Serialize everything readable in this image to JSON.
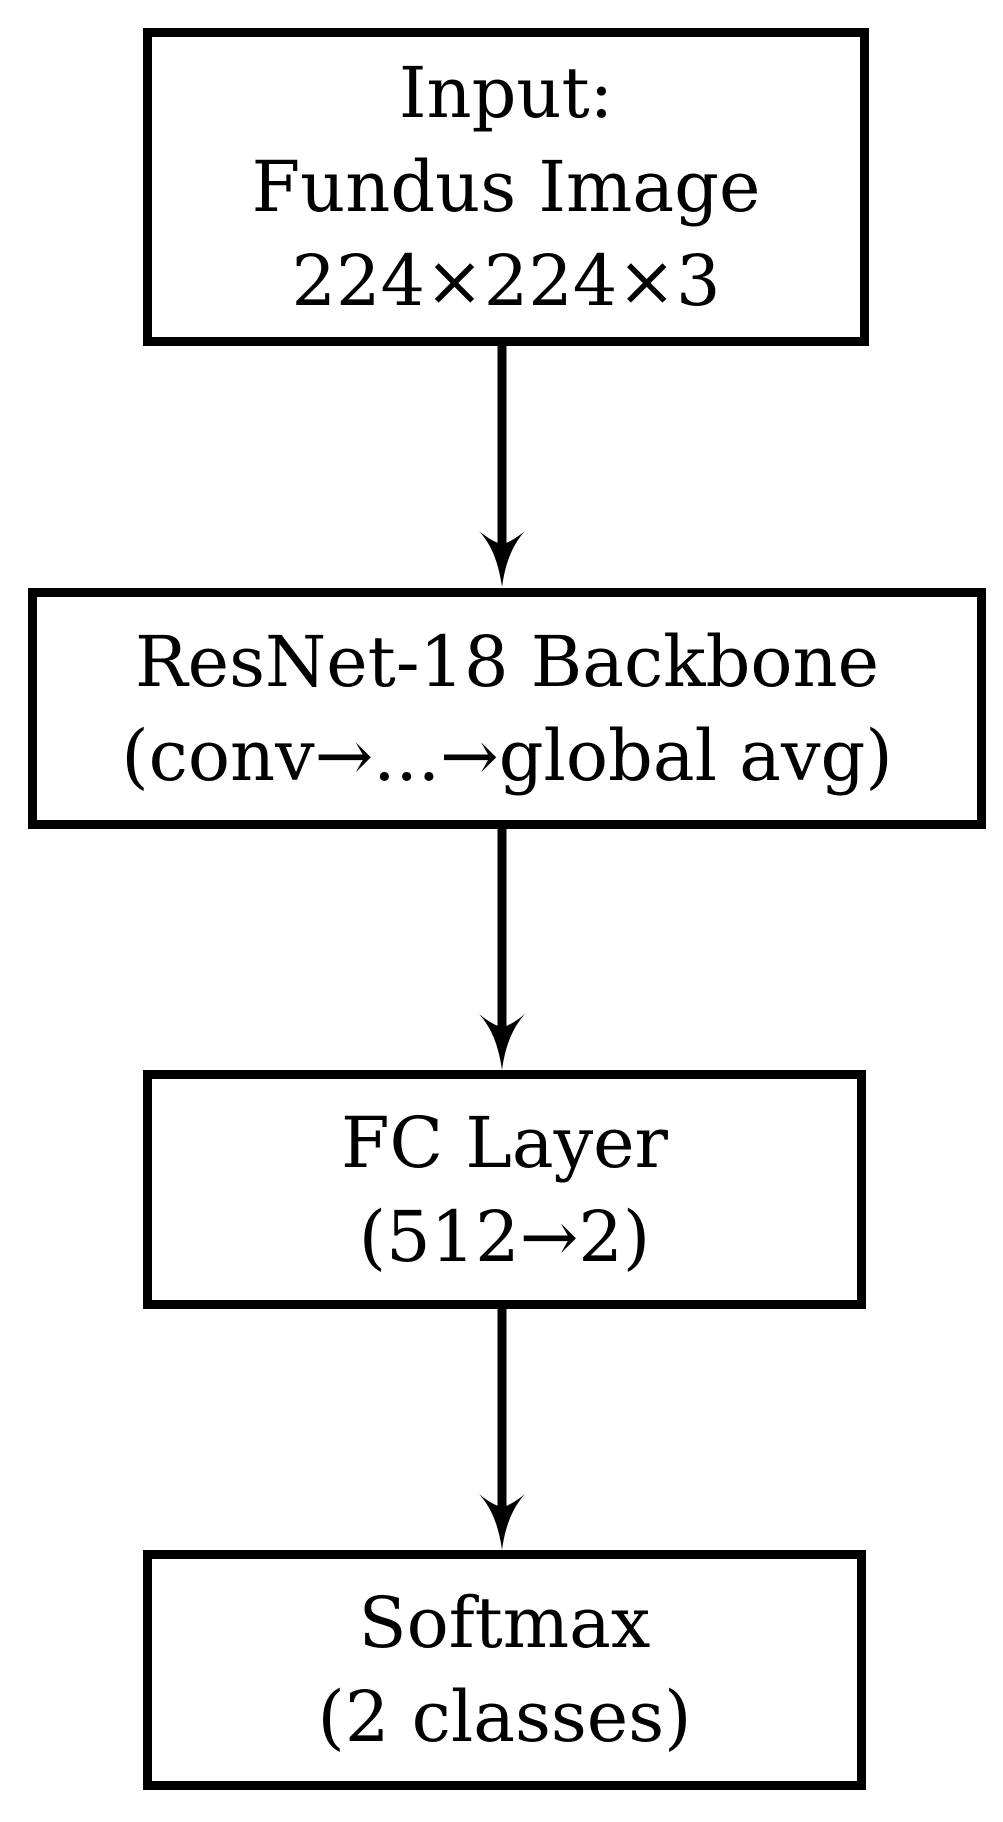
{
  "figure": {
    "type": "flowchart",
    "background_color": "#ffffff",
    "line_color": "#000000",
    "text_color": "#000000",
    "nodes": [
      {
        "id": "input",
        "lines": [
          "Input:",
          "Fundus Image",
          "224×224×3"
        ]
      },
      {
        "id": "backbone",
        "lines": [
          "ResNet-18 Backbone",
          "(conv→...→global avg)"
        ]
      },
      {
        "id": "fc",
        "lines": [
          "FC Layer",
          "(512→2)"
        ]
      },
      {
        "id": "softmax",
        "lines": [
          "Softmax",
          "(2 classes)"
        ]
      }
    ],
    "connections": [
      {
        "from": "input",
        "to": "backbone",
        "style": "down-arrow"
      },
      {
        "from": "backbone",
        "to": "fc",
        "style": "down-arrow"
      },
      {
        "from": "fc",
        "to": "softmax",
        "style": "down-arrow"
      }
    ]
  }
}
